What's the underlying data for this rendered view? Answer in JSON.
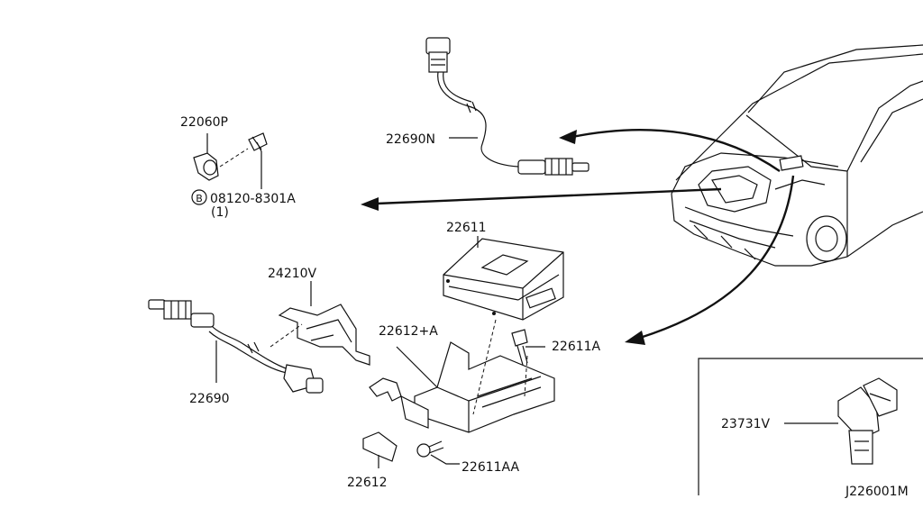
{
  "labels": {
    "p22060p": "22060P",
    "b_circle": "B",
    "bolt": "08120-8301A",
    "qty": "(1)",
    "p22690n": "22690N",
    "p22611": "22611",
    "p24210v": "24210V",
    "p22612a": "22612+A",
    "p22611a": "22611A",
    "p22690": "22690",
    "p22612": "22612",
    "p22611aa": "22611AA",
    "p23731v": "23731V",
    "diagram_id": "J226001M"
  }
}
